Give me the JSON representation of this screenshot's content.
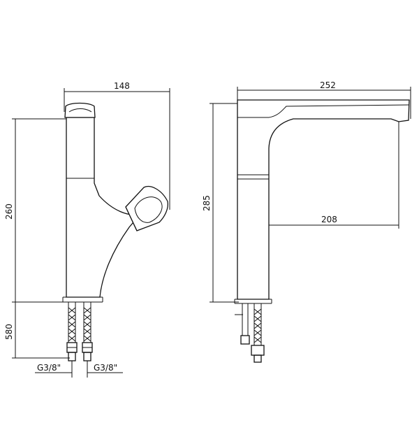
{
  "diagram": {
    "front_view": {
      "width_label": "148",
      "height_label": "260",
      "hose_label": "580",
      "thread_left_label": "G3/8\"",
      "thread_right_label": "G3/8\""
    },
    "side_view": {
      "width_label": "252",
      "height_label": "285",
      "reach_label": "208"
    }
  }
}
